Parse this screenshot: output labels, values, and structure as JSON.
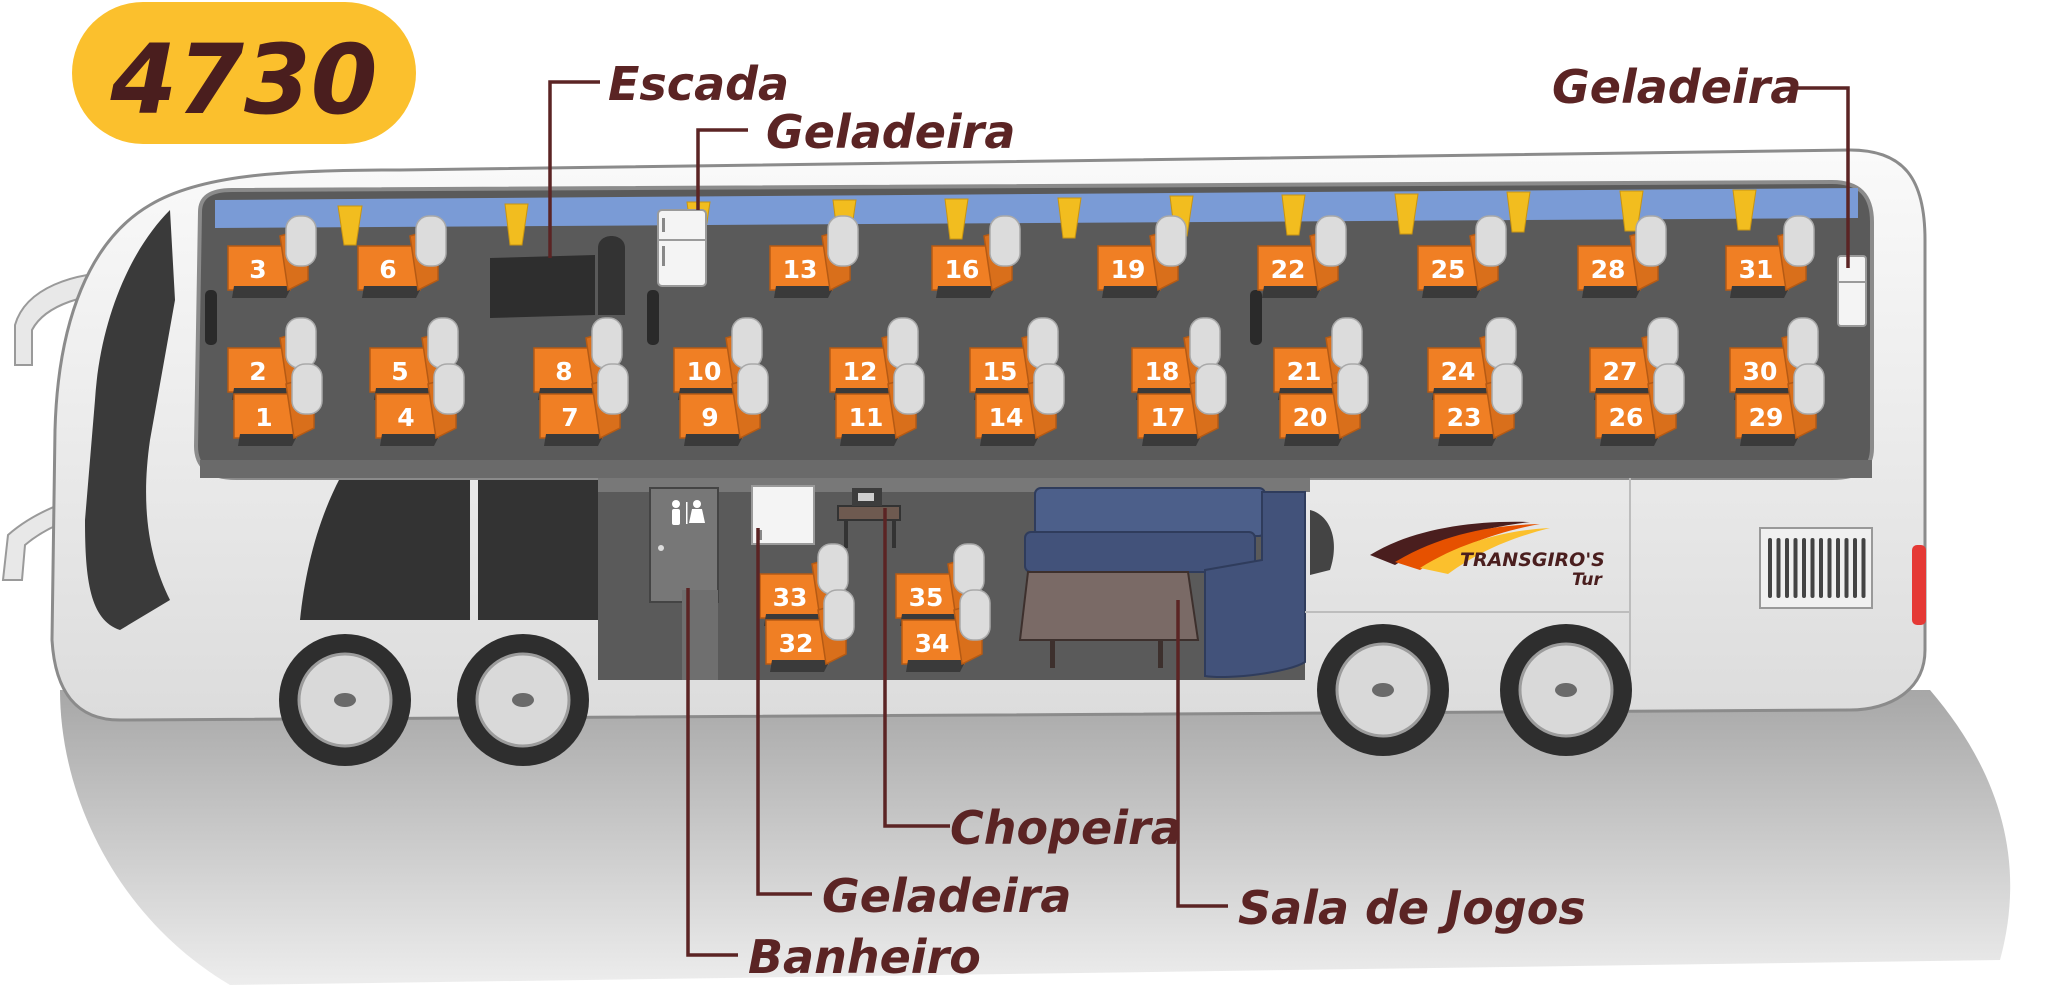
{
  "fleet_number": "4730",
  "brand": {
    "name": "TRANSGIRO'S",
    "sub": "Tur"
  },
  "colors": {
    "label": "#5b2424",
    "badge": "#fbc02d",
    "seat": "#f07f24",
    "headrest": "#dcdcdc",
    "upper_window": "#7a9bd6",
    "curtain": "#f2bd1f",
    "bus_body": "#f1f1f1",
    "sofa": "#4c5f8a"
  },
  "labels": {
    "escada": "Escada",
    "geladeira_upper_left": "Geladeira",
    "geladeira_upper_right": "Geladeira",
    "chopeira": "Chopeira",
    "geladeira_lower": "Geladeira",
    "sala_de_jogos": "Sala de Jogos",
    "banheiro": "Banheiro"
  },
  "seats": {
    "upper_window_row": [
      "3",
      "6",
      "13",
      "16",
      "19",
      "22",
      "25",
      "28",
      "31"
    ],
    "upper_aisle_row": [
      "2",
      "5",
      "8",
      "10",
      "12",
      "15",
      "18",
      "21",
      "24",
      "27",
      "30"
    ],
    "upper_outer_row": [
      "1",
      "4",
      "7",
      "9",
      "11",
      "14",
      "17",
      "20",
      "23",
      "26",
      "29"
    ],
    "lower_back_row": [
      "33",
      "35"
    ],
    "lower_front_row": [
      "32",
      "34"
    ]
  },
  "icons": {
    "restroom": "restroom-icon",
    "logo": "brand-swoosh-icon"
  }
}
